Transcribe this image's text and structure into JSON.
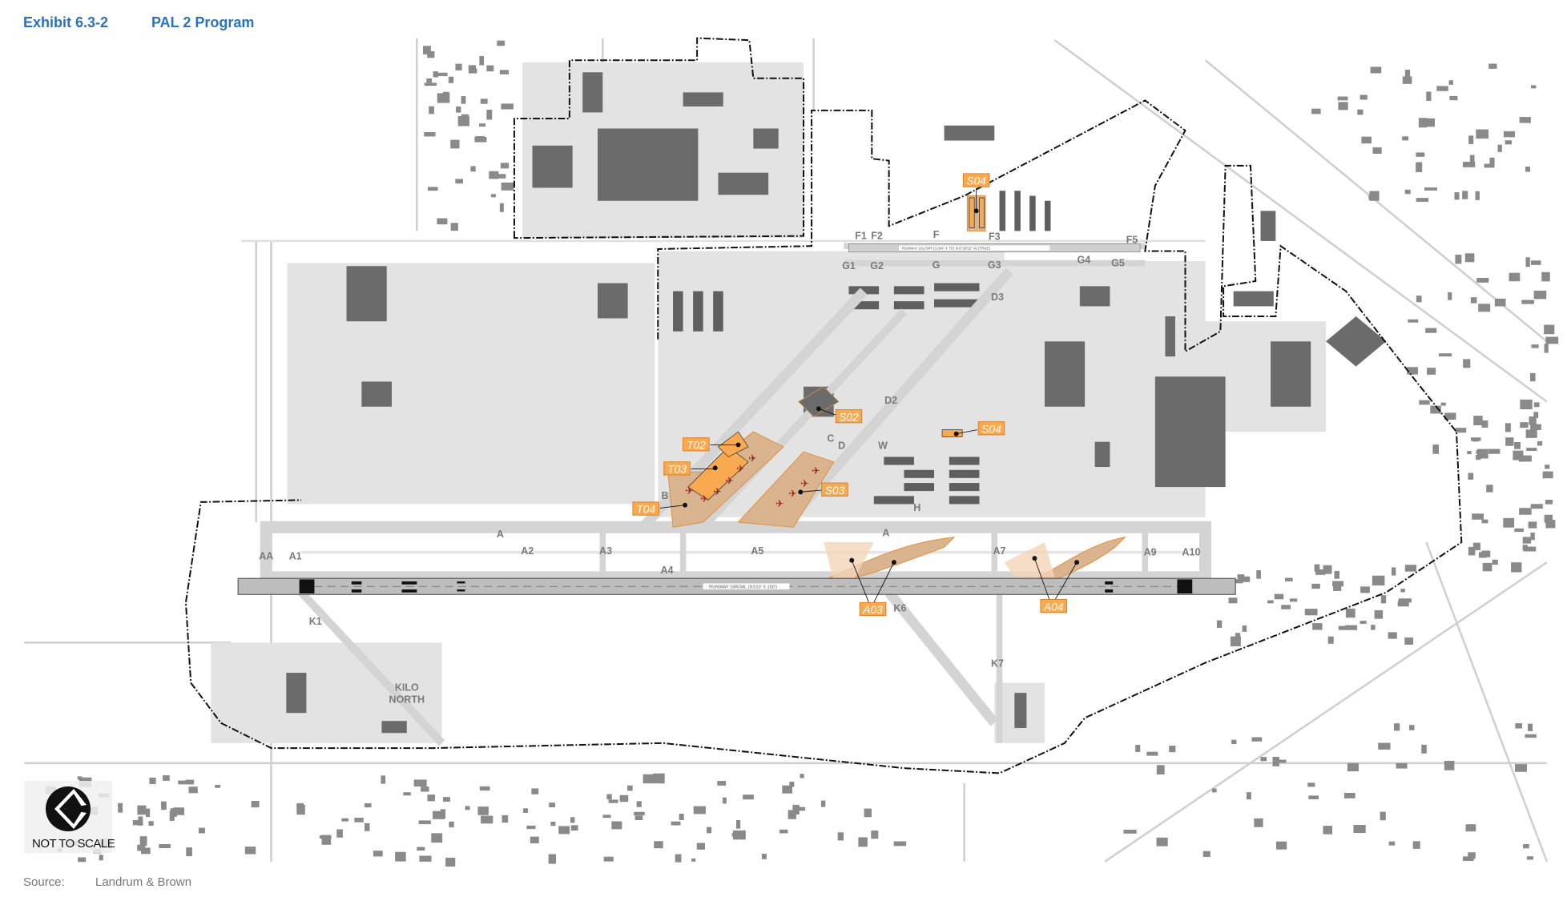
{
  "header": {
    "exhibit": "Exhibit 6.3-2",
    "title": "PAL 2 Program"
  },
  "footer": {
    "source_label": "Source:",
    "source_value": "Landrum & Brown"
  },
  "legend": {
    "scale_note": "NOT TO SCALE"
  },
  "runways": {
    "main": "RUNWAY 16R/34L (9,010' X 150')",
    "secondary": "RUNWAY 16L/34R (3,004' X 75') N 0°28'52\" W (TRUE)"
  },
  "area_labels": {
    "kilo_north": "KILO NORTH"
  },
  "project_labels": [
    "T02",
    "T03",
    "T04",
    "S02",
    "S03",
    "S04",
    "S04",
    "A03",
    "A04"
  ],
  "taxiway_labels": [
    "A",
    "AA",
    "A1",
    "A2",
    "A3",
    "A4",
    "A5",
    "A",
    "A7",
    "A9",
    "A10",
    "K1",
    "K6",
    "K7",
    "B",
    "C",
    "D",
    "D2",
    "D3",
    "W",
    "H",
    "F1",
    "F2",
    "F",
    "F3",
    "F5",
    "G1",
    "G2",
    "G",
    "G3",
    "G4",
    "G5"
  ],
  "colors": {
    "title": "#2a72bd",
    "project_fill": "#f9a94f",
    "project_area": "#d9b48f",
    "building": "#6b6b6b",
    "pavement": "#d4d4d4"
  }
}
